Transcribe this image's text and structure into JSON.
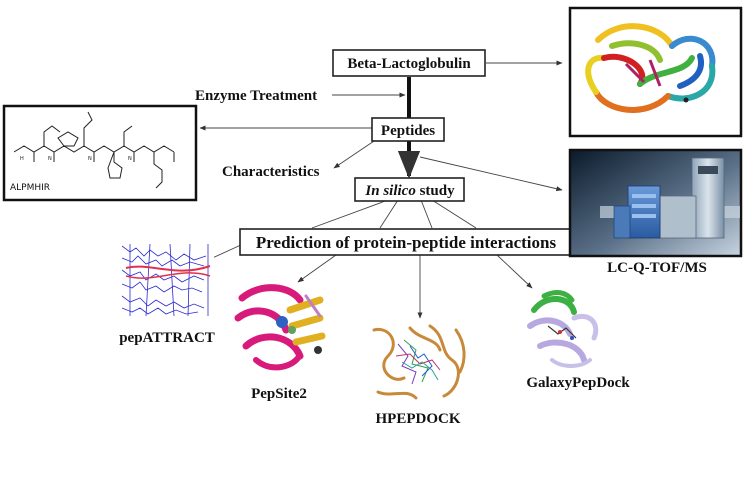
{
  "boxes": {
    "beta_lactoglobulin": "Beta-Lactoglobulin",
    "peptides": "Peptides",
    "in_silico_italic": "In silico",
    "in_silico_rest": " study",
    "prediction": "Prediction of protein-peptide interactions"
  },
  "labels": {
    "enzyme_treatment": "Enzyme Treatment",
    "characteristics": "Characteristics",
    "lcms": "LC-Q-TOF/MS",
    "peptide_sequence": "ALPMHIR",
    "pepattract": "pepATTRACT",
    "pepsite2": "PepSite2",
    "hpepdock": "HPEPDOCK",
    "galaxypepdock": "GalaxyPepDock"
  },
  "colors": {
    "protein_ribbon": [
      "#e02020",
      "#f0a020",
      "#e8e020",
      "#40b040",
      "#20a0a0",
      "#3060d0"
    ],
    "pepsite_magenta": "#d81b7a",
    "pepsite_gold": "#e0b020",
    "hpepdock_tan": "#c8893a",
    "galaxy_green": "#3cb043",
    "galaxy_lavender": "#b8a8e0",
    "instrument_blue": "#3a6aa8"
  }
}
